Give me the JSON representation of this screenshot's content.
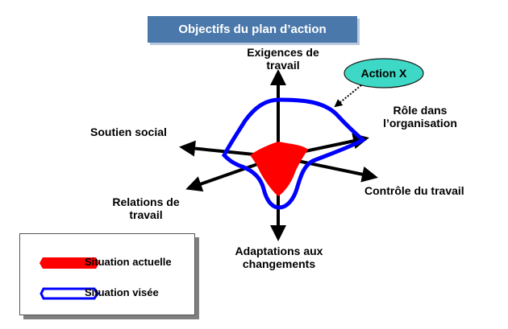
{
  "title": "Objectifs du plan d’action",
  "axes": {
    "exigences": "Exigences de\ntravail",
    "role": "Rôle dans\nl’organisation",
    "controle": "Contrôle du travail",
    "adaptations": "Adaptations aux\nchangements",
    "relations": "Relations de\ntravail",
    "soutien": "Soutien social"
  },
  "callout": {
    "label": "Action X",
    "color": "#3ed9c6"
  },
  "legend": {
    "actual_label": "Situation actuelle",
    "target_label": "Situation visée"
  },
  "colors": {
    "title_bg": "#4a78ab",
    "actual": "#ff0000",
    "target": "#0000ff",
    "axis": "#000000"
  }
}
